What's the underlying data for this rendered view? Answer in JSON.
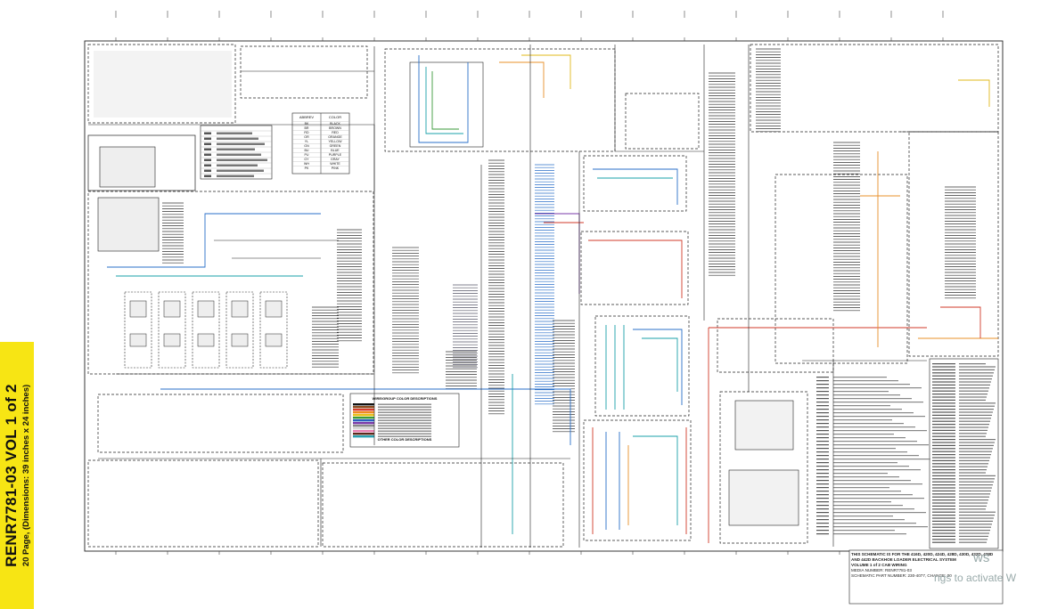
{
  "sidebar": {
    "title": "RENR7781-03 VOL 1 of 2",
    "subtitle": "20 Page, (Dimensions: 39 inches x 24 inches)"
  },
  "color_table": {
    "headers": [
      "ABBREV",
      "COLOR"
    ],
    "rows": [
      [
        "BK",
        "BLACK"
      ],
      [
        "BR",
        "BROWN"
      ],
      [
        "RD",
        "RED"
      ],
      [
        "OR",
        "ORANGE"
      ],
      [
        "YL",
        "YELLOW"
      ],
      [
        "GN",
        "GREEN"
      ],
      [
        "BU",
        "BLUE"
      ],
      [
        "PU",
        "PURPLE"
      ],
      [
        "GY",
        "GRAY"
      ],
      [
        "WH",
        "WHITE"
      ],
      [
        "PK",
        "PINK"
      ]
    ]
  },
  "wire_legend": {
    "title": "WIRE/GROUP COLOR DESCRIPTIONS",
    "other_title": "OTHER COLOR DESCRIPTIONS",
    "swatches": [
      "#111111",
      "#8a4b1e",
      "#d63a2a",
      "#ef8c1e",
      "#e6c01a",
      "#3a9a3a",
      "#2a5fc0",
      "#7a3aa8",
      "#888888",
      "#d9d9d9",
      "#e77fb0",
      "#5a2a1a",
      "#2aa0b0"
    ]
  },
  "title_block": {
    "line1": "THIS SCHEMATIC IS FOR THE 416D, 420D, 424D, 428D, 430D, 432D, 438D",
    "line2": "AND 442D BACKHOE LOADER ELECTRICAL SYSTEM",
    "line3": "VOLUME 1 of 2 CAB WIRING",
    "line4": "MEDIA NUMBER: RENR7781-03",
    "line5": "SCHEMATIC PART NUMBER: 230-4077, CHANGE: 00"
  },
  "watermark": {
    "line1": "ws",
    "line2": "ngs to activate W"
  },
  "colors": {
    "wire_blue": "#2a6fc9",
    "wire_teal": "#1aa0a8",
    "wire_red": "#d03a2a",
    "wire_orange": "#e8902a",
    "wire_yellow": "#e0b81a",
    "wire_green": "#3a9a3a",
    "wire_purple": "#7a3aa8",
    "line_black": "#1a1a1a",
    "tab_yellow": "#f7e514"
  }
}
